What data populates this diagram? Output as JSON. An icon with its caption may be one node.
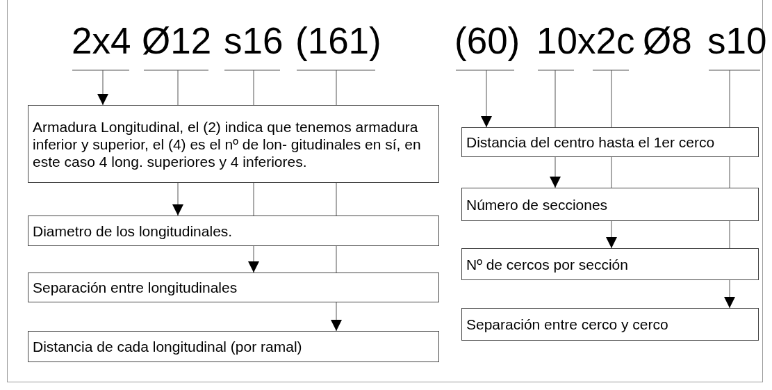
{
  "diagram": {
    "nodes": [
      {
        "text": [
          "2x4"
        ]
      },
      {
        "text": [
          "Ø12"
        ]
      },
      {
        "text": [
          "s16"
        ]
      },
      {
        "text": [
          "(161)"
        ]
      },
      {
        "text": [
          "(60)"
        ]
      },
      {
        "text": [
          "10x2c"
        ]
      },
      {
        "text": [
          "s10"
        ]
      },
      {
        "text": [
          "Armadura Longitudinal, el (2) indica que tenemos armadura inferior y superior, el (4) es el nº de lon- gitudinales en sí, en este caso 4 long. superiores y 4 inferiores."
        ]
      },
      {
        "text": [
          "Diametro de los longitudinales."
        ]
      },
      {
        "text": [
          "Separación entre longitudinales"
        ]
      },
      {
        "text": [
          "Distancia de cada longitudinal (por ramal)"
        ]
      },
      {
        "text": [
          "Distancia del centro hasta el 1er cerco"
        ]
      },
      {
        "text": [
          "Número de secciones"
        ]
      },
      {
        "text": [
          "Nº de cercos por sección"
        ]
      },
      {
        "text": [
          "Separación entre cerco y cerco"
        ]
      }
    ],
    "edges": [
      {
        "from": 0,
        "to": 7,
        "arrow": "to"
      },
      {
        "from": 1,
        "to": 8,
        "arrow": "to"
      },
      {
        "from": 2,
        "to": 9,
        "arrow": "to"
      },
      {
        "from": 3,
        "to": 10,
        "arrow": "to"
      },
      {
        "from": 4,
        "to": 11,
        "arrow": "to"
      },
      {
        "from": 5,
        "to": 12,
        "arrow": "to"
      },
      {
        "from": 5,
        "to": 13,
        "arrow": "to"
      },
      {
        "from": 6,
        "to": 14,
        "arrow": "to"
      }
    ],
    "labels": [
      "Ø8"
    ]
  }
}
